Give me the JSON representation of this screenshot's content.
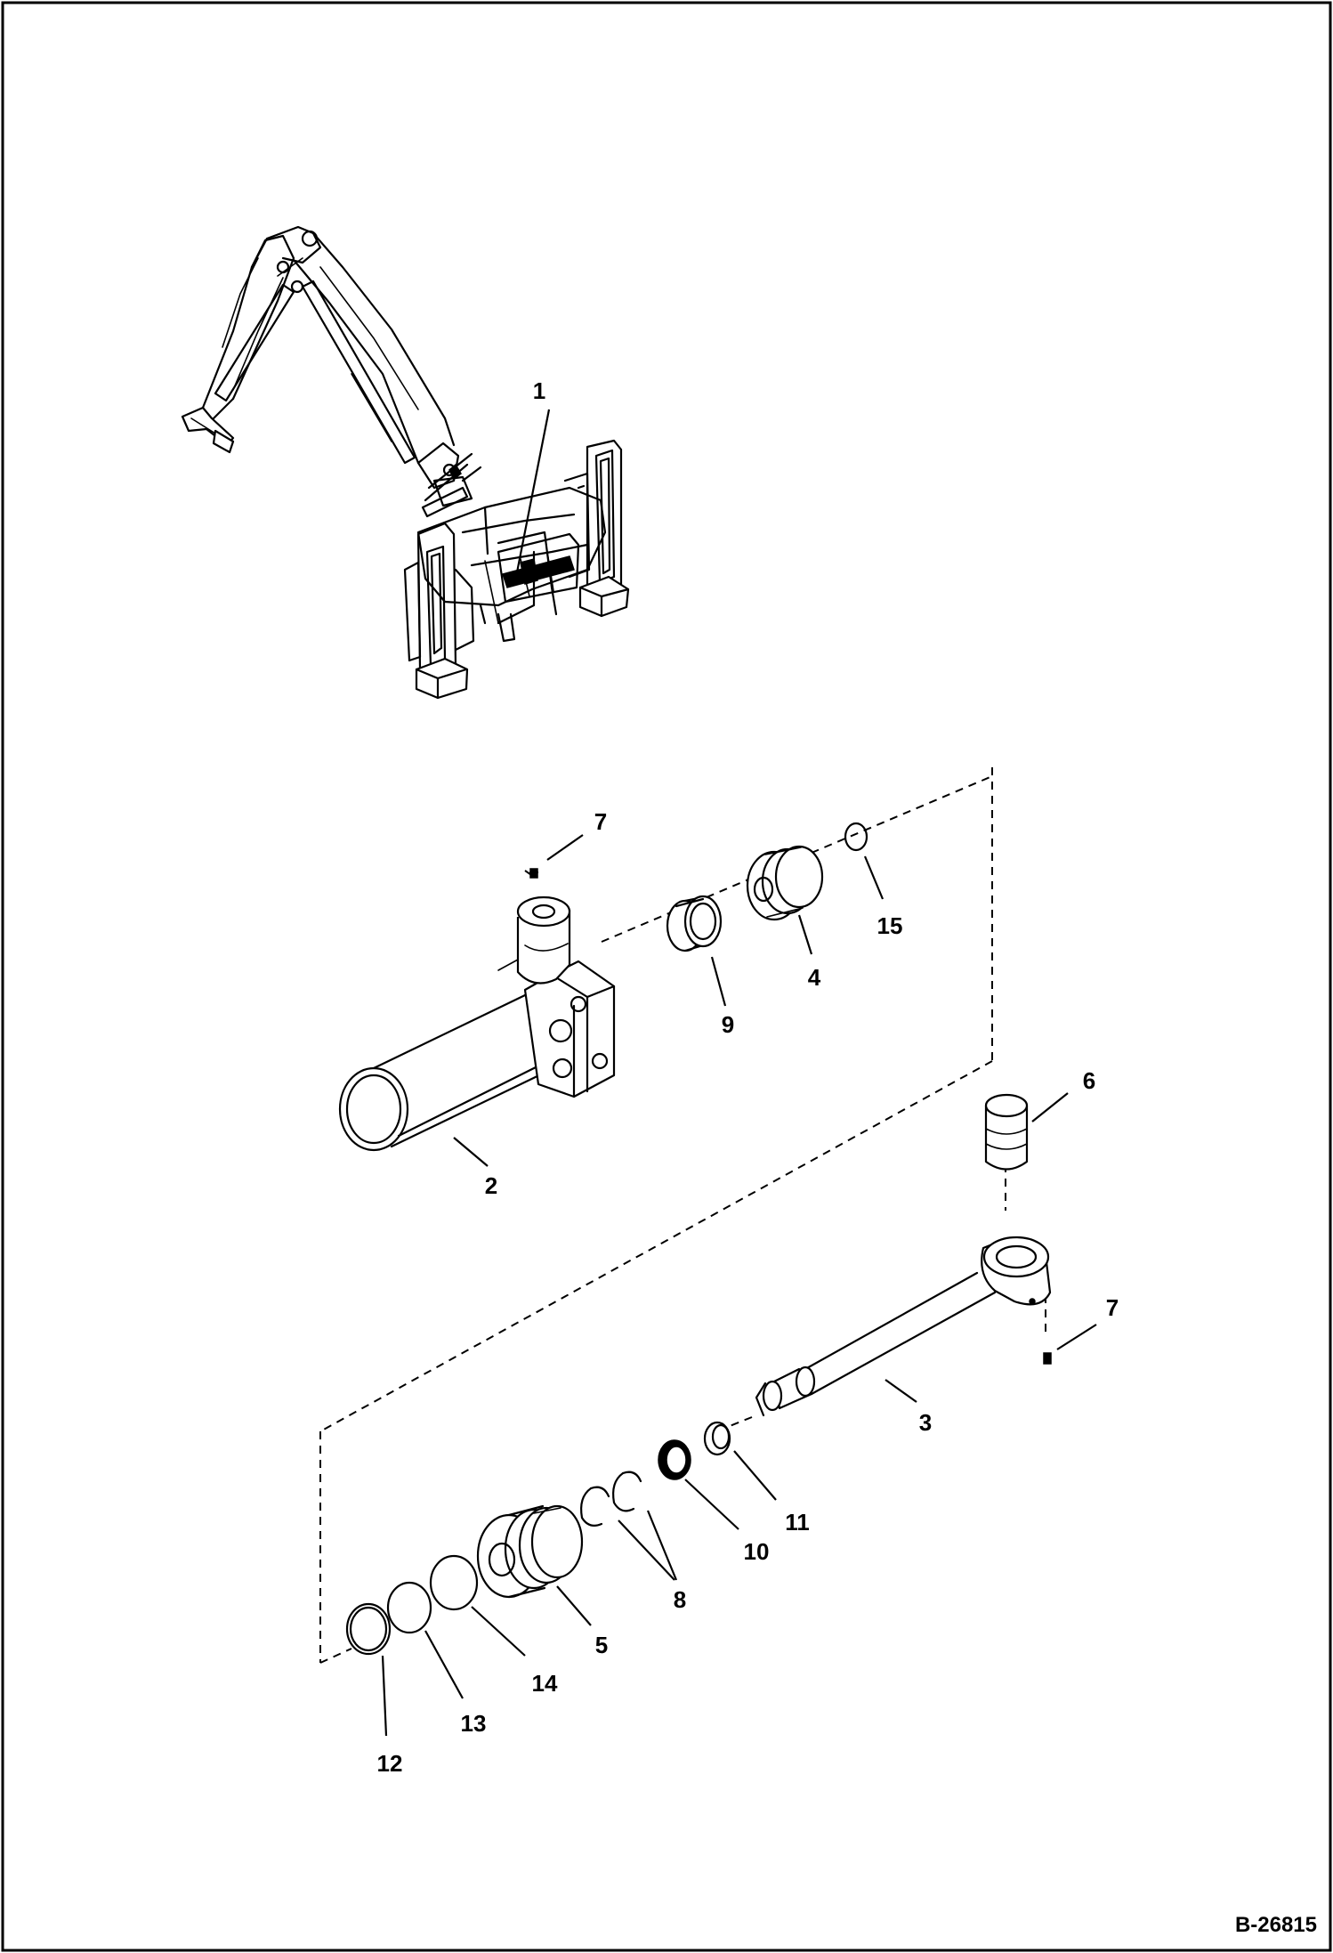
{
  "callouts": {
    "c1": "1",
    "c2": "2",
    "c3": "3",
    "c4": "4",
    "c5": "5",
    "c6": "6",
    "c7a": "7",
    "c7b": "7",
    "c8": "8",
    "c9": "9",
    "c10": "10",
    "c11": "11",
    "c12": "12",
    "c13": "13",
    "c14": "14",
    "c15": "15"
  },
  "document_id": "B-26815"
}
